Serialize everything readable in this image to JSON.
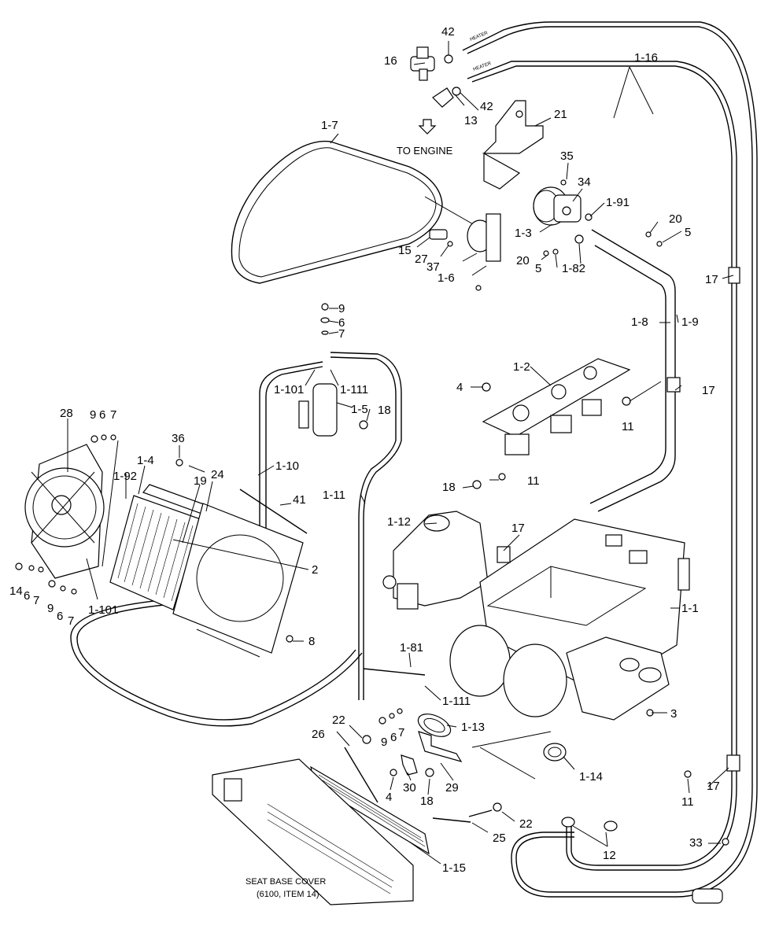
{
  "callouts": {
    "c42a": "42",
    "c16a": "16",
    "c42b": "42",
    "c13": "13",
    "c1_16": "1-16",
    "c1_7": "1-7",
    "c21": "21",
    "c35": "35",
    "c34": "34",
    "c1_91": "1-91",
    "c1_3": "1-3",
    "c20a": "20",
    "c5a": "5",
    "c15": "15",
    "c27": "27",
    "c37": "37",
    "c1_6": "1-6",
    "c20b": "20",
    "c5b": "5",
    "c1_82": "1-82",
    "c17a": "17",
    "c9a": "9",
    "c6a": "6",
    "c7a": "7",
    "c1_8": "1-8",
    "c1_9": "1-9",
    "c1_101a": "1-101",
    "c1_111a": "1-111",
    "c1_5": "1-5",
    "c18a": "18",
    "c1_2": "1-2",
    "c4a": "4",
    "c17b": "17",
    "c11a": "11",
    "c28": "28",
    "c9b": "9",
    "c6b": "6",
    "c7b": "7",
    "c36": "36",
    "c1_4": "1-4",
    "c1_10": "1-10",
    "c1_92": "1-92",
    "c19": "19",
    "c24": "24",
    "c41": "41",
    "c1_11": "1-11",
    "c18b": "18",
    "c11b": "11",
    "c1_12": "1-12",
    "c17c": "17",
    "c2": "2",
    "c14": "14",
    "c6c": "6",
    "c7c": "7",
    "c9c": "9",
    "c6d": "6",
    "c7d": "7",
    "c1_101b": "1-101",
    "c1_1": "1-1",
    "c8": "8",
    "c1_81": "1-81",
    "c1_111b": "1-111",
    "c3": "3",
    "c22a": "22",
    "c26": "26",
    "c9d": "9",
    "c6e": "6",
    "c7e": "7",
    "c1_13": "1-13",
    "c4b": "4",
    "c30": "30",
    "c18c": "18",
    "c29": "29",
    "c1_14": "1-14",
    "c11c": "11",
    "c17d": "17",
    "c22b": "22",
    "c25": "25",
    "c12": "12",
    "c33": "33",
    "c1_15": "1-15"
  },
  "notes": {
    "to_engine": "TO ENGINE",
    "seat_base_line1": "SEAT BASE COVER",
    "seat_base_line2": "(6100, ITEM 14)",
    "heater_a": "HEATER",
    "heater_b": "HEATER"
  }
}
